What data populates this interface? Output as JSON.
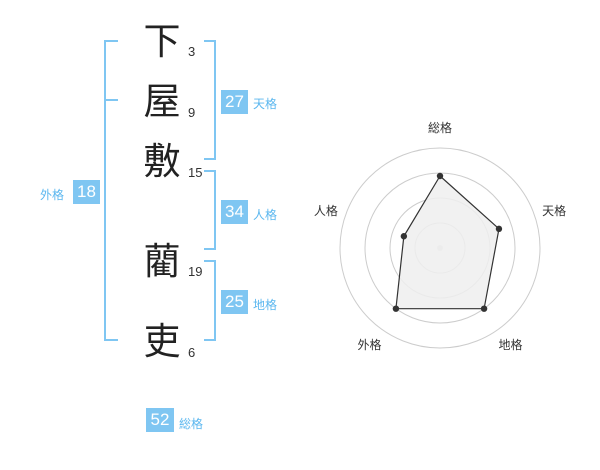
{
  "name_chars": [
    {
      "char": "下",
      "strokes": "3"
    },
    {
      "char": "屋",
      "strokes": "9"
    },
    {
      "char": "敷",
      "strokes": "15"
    },
    {
      "char": "藺",
      "strokes": "19"
    },
    {
      "char": "吏",
      "strokes": "6"
    }
  ],
  "grids": {
    "tenkaku": {
      "value": "27",
      "label": "天格"
    },
    "jinkaku": {
      "value": "34",
      "label": "人格"
    },
    "chikaku": {
      "value": "25",
      "label": "地格"
    },
    "gaikaku": {
      "value": "18",
      "label": "外格"
    },
    "soukaku": {
      "value": "52",
      "label": "総格"
    }
  },
  "colors": {
    "accent": "#7fc6f2",
    "label": "#5bb7ef",
    "ring": "#cccccc",
    "fill": "#eeeeee",
    "stroke": "#333333"
  },
  "chart_data": {
    "type": "radar",
    "axes": [
      "総格",
      "天格",
      "地格",
      "外格",
      "人格"
    ],
    "values": [
      0.72,
      0.62,
      0.75,
      0.75,
      0.38
    ],
    "range": [
      0,
      1
    ],
    "rings": 4
  }
}
